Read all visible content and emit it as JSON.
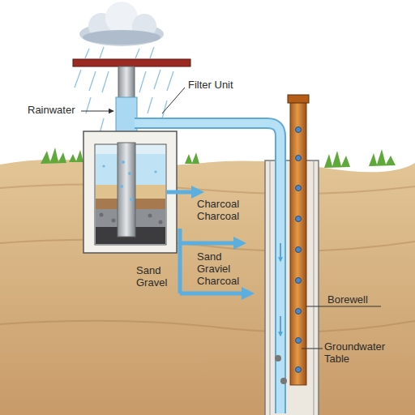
{
  "diagram": {
    "labels": [
      "Filter Unit",
      "Rainwater",
      "Charcoal Charcoal",
      "Sand Graviel Charcoal",
      "Sand Gravel",
      "Borewell",
      "Groundwater Table"
    ]
  }
}
